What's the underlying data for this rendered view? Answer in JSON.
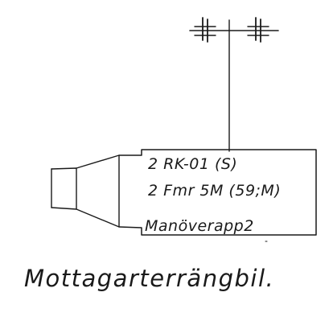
{
  "box_lines": [
    "2 RK-01 (S)",
    "2 Fmr 5M (59;M)",
    "Manöverapp2"
  ],
  "caption": "Mottagarterrängbil."
}
